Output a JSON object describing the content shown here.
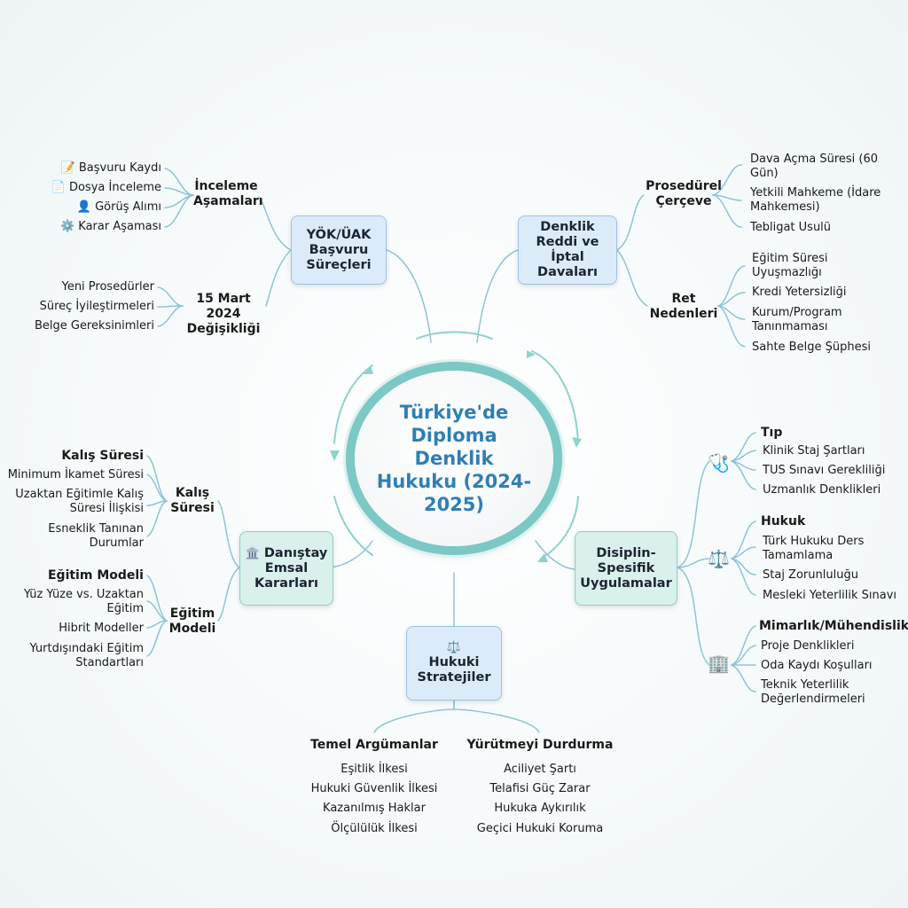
{
  "center": {
    "title": "Türkiye'de Diploma Denklik Hukuku (2024-2025)"
  },
  "yok": {
    "title": "YÖK/ÜAK Başvuru Süreçleri",
    "inceleme": {
      "label": "İnceleme Aşamaları",
      "items": [
        "Başvuru Kaydı",
        "Dosya İnceleme",
        "Görüş Alımı",
        "Karar Aşaması"
      ],
      "icons": [
        "📝",
        "📄",
        "👤",
        "⚙️"
      ]
    },
    "degisiklik": {
      "label": "15 Mart 2024 Değişikliği",
      "items": [
        "Yeni Prosedürler",
        "Süreç İyileştirmeleri",
        "Belge Gereksinimleri"
      ]
    }
  },
  "dava": {
    "title": "Denklik Reddi ve İptal Davaları",
    "prosedur": {
      "label": "Prosedürel Çerçeve",
      "items": [
        "Dava Açma Süresi (60 Gün)",
        "Yetkili Mahkeme (İdare Mahkemesi)",
        "Tebligat Usulü"
      ]
    },
    "ret": {
      "label": "Ret Nedenleri",
      "items": [
        "Eğitim Süresi Uyuşmazlığı",
        "Kredi Yetersizliği",
        "Kurum/Program Tanınmaması",
        "Sahte Belge Şüphesi"
      ]
    }
  },
  "danistay": {
    "icon": "🏛️",
    "title": "Danıştay Emsal Kararları",
    "kalis": {
      "label": "Kalış Süresi",
      "heading": "Kalış Süresi",
      "items": [
        "Minimum İkamet Süresi",
        "Uzaktan Eğitimle Kalış Süresi İlişkisi",
        "Esneklik Tanınan Durumlar"
      ]
    },
    "egitim": {
      "label": "Eğitim Modeli",
      "heading": "Eğitim Modeli",
      "items": [
        "Yüz Yüze vs. Uzaktan Eğitim",
        "Hibrit Modeller",
        "Yurtdışındaki Eğitim Standartları"
      ]
    }
  },
  "disiplin": {
    "title": "Disiplin-Spesifik Uygulamalar",
    "tip": {
      "label": "Tıp",
      "icon": "🩺",
      "items": [
        "Klinik Staj Şartları",
        "TUS Sınavı Gerekliliği",
        "Uzmanlık Denklikleri"
      ]
    },
    "hukuk": {
      "label": "Hukuk",
      "icon": "⚖️",
      "items": [
        "Türk Hukuku Ders Tamamlama",
        "Staj Zorunluluğu",
        "Mesleki Yeterlilik Sınavı"
      ]
    },
    "mimarlik": {
      "label": "Mimarlık/Mühendislik",
      "icon": "🏢",
      "items": [
        "Proje Denklikleri",
        "Oda Kaydı Koşulları",
        "Teknik Yeterlilik Değerlendirmeleri"
      ]
    }
  },
  "strateji": {
    "icon": "⚖️",
    "title": "Hukuki Stratejiler",
    "temel": {
      "label": "Temel Argümanlar",
      "items": [
        "Eşitlik İlkesi",
        "Hukuki Güvenlik İlkesi",
        "Kazanılmış Haklar",
        "Ölçülülük İlkesi"
      ]
    },
    "yurutme": {
      "label": "Yürütmeyi Durdurma",
      "items": [
        "Aciliyet Şartı",
        "Telafisi Güç Zarar",
        "Hukuka Aykırılık",
        "Geçici Hukuki Koruma"
      ]
    }
  },
  "colors": {
    "connector": "#8fc4d4",
    "ring": "#7cc8c4",
    "title": "#2f7fb5",
    "blue_box": "#dcebfa",
    "green_box": "#d9f0ec"
  }
}
